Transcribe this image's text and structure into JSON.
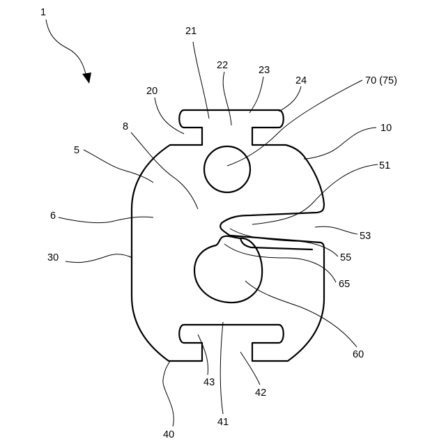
{
  "figure": {
    "labels": {
      "l1": "1",
      "l5": "5",
      "l6": "6",
      "l8": "8",
      "l10": "10",
      "l20": "20",
      "l21": "21",
      "l22": "22",
      "l23": "23",
      "l24": "24",
      "l30": "30",
      "l40": "40",
      "l41": "41",
      "l42": "42",
      "l43": "43",
      "l51": "51",
      "l53": "53",
      "l55": "55",
      "l60": "60",
      "l65": "65",
      "l70": "70 (75)"
    }
  }
}
